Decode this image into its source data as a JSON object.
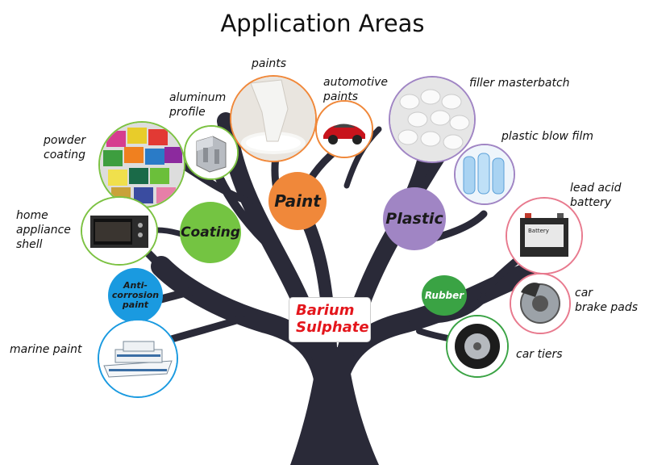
{
  "title": "Application Areas",
  "center": {
    "line1": "Barium",
    "line2": "Sulphate",
    "color": "#e4161c"
  },
  "categories": {
    "paint": {
      "label": "Paint",
      "color": "#f0883a"
    },
    "coating": {
      "label": "Coating",
      "color": "#74c442"
    },
    "plastic": {
      "label": "Plastic",
      "color": "#a085c4"
    },
    "rubber": {
      "label": "Rubber",
      "color": "#3aa344"
    },
    "anticorrosion": {
      "line1": "Anti-",
      "line2": "corrosion",
      "line3": "paint",
      "color": "#1a9ae0"
    }
  },
  "applications": {
    "powder_coating": {
      "line1": "powder",
      "line2": "coating"
    },
    "aluminum_profile": {
      "line1": "aluminum",
      "line2": "profile"
    },
    "paints": {
      "line1": "paints"
    },
    "automotive_paints": {
      "line1": "automotive",
      "line2": "paints"
    },
    "filler_masterbatch": {
      "line1": "filler masterbatch"
    },
    "plastic_blow_film": {
      "line1": "plastic blow film"
    },
    "lead_acid_battery": {
      "line1": "lead acid",
      "line2": "battery"
    },
    "home_appliance_shell": {
      "line1": "home",
      "line2": "appliance",
      "line3": "shell"
    },
    "car_brake_pads": {
      "line1": "car",
      "line2": "brake pads"
    },
    "marine_paint": {
      "line1": "marine paint"
    },
    "car_tiers": {
      "line1": "car tiers"
    }
  },
  "image_text": {
    "battery_label": "Battery"
  },
  "ring_colors": {
    "green": "#7cc242",
    "orange": "#f0883a",
    "purple": "#a085c4",
    "pink": "#e87a8e",
    "blue": "#1a9ae0",
    "darkgreen": "#3aa344"
  },
  "trunk_color": "#2a2a38"
}
